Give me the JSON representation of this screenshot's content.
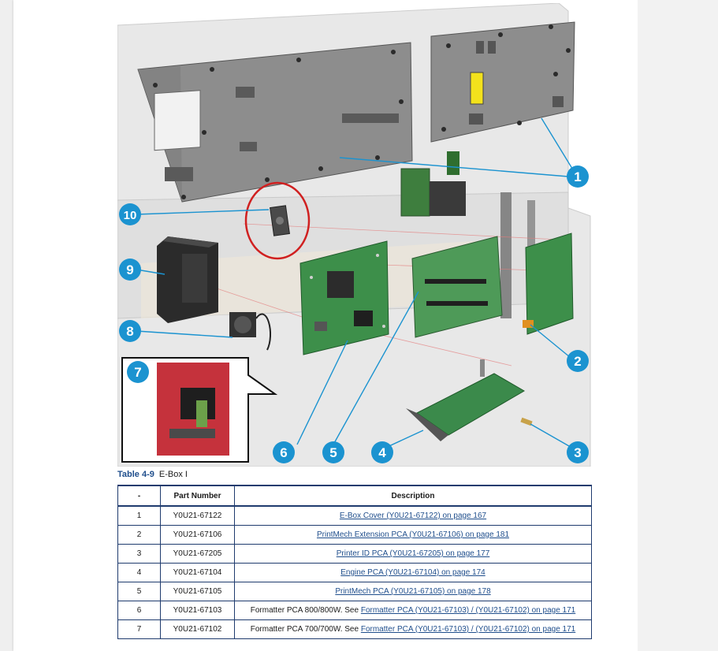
{
  "callouts": [
    "1",
    "2",
    "3",
    "4",
    "5",
    "6",
    "7",
    "8",
    "9",
    "10"
  ],
  "caption": {
    "number": "Table 4-9",
    "title": "E-Box I"
  },
  "table": {
    "headers": [
      "-",
      "Part Number",
      "Description"
    ],
    "rows": [
      {
        "idx": "1",
        "part": "Y0U21-67122",
        "prefix": "",
        "link": "E-Box Cover (Y0U21-67122) on page 167"
      },
      {
        "idx": "2",
        "part": "Y0U21-67106",
        "prefix": "",
        "link": "PrintMech Extension PCA (Y0U21-67106) on page 181"
      },
      {
        "idx": "3",
        "part": "Y0U21-67205",
        "prefix": "",
        "link": "Printer ID PCA (Y0U21-67205) on page 177"
      },
      {
        "idx": "4",
        "part": "Y0U21-67104",
        "prefix": "",
        "link": "Engine PCA (Y0U21-67104) on page 174"
      },
      {
        "idx": "5",
        "part": "Y0U21-67105",
        "prefix": "",
        "link": "PrintMech PCA (Y0U21-67105) on page 178"
      },
      {
        "idx": "6",
        "part": "Y0U21-67103",
        "prefix": "Formatter PCA 800/800W. See ",
        "link": "Formatter PCA (Y0U21-67103) / (Y0U21-67102) on page 171"
      },
      {
        "idx": "7",
        "part": "Y0U21-67102",
        "prefix": "Formatter PCA 700/700W. See ",
        "link": "Formatter PCA (Y0U21-67103) / (Y0U21-67102) on page 171"
      }
    ]
  }
}
